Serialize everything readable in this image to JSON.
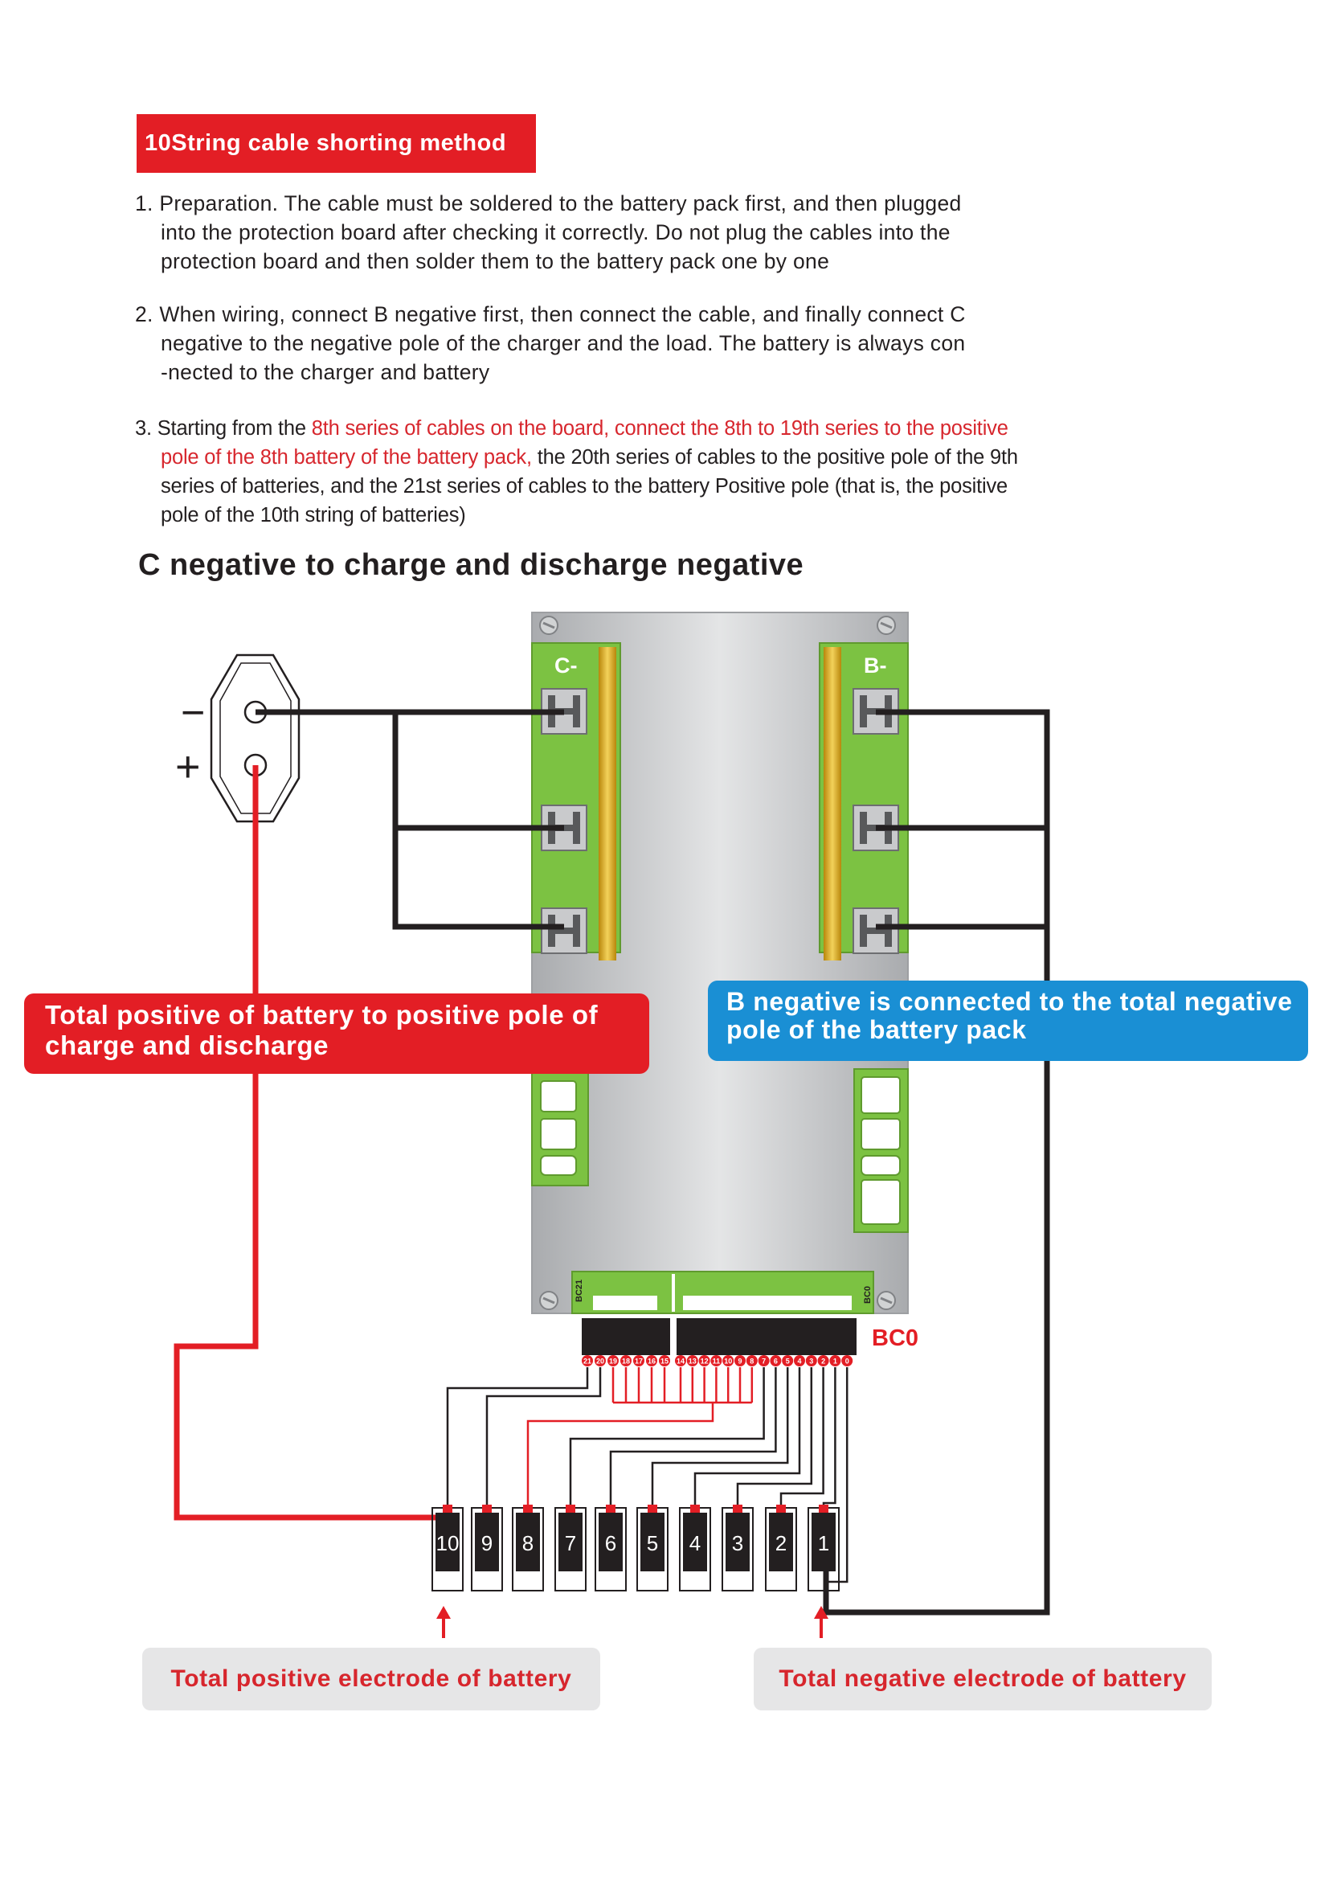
{
  "heading": {
    "title": "10String cable shorting method"
  },
  "steps": [
    {
      "line1": "1. Preparation. The cable must be soldered to the battery pack first, and then plugged",
      "line2": "into the protection board after checking it correctly. Do not plug the cables into the",
      "line3": "protection board and then solder them to the battery pack one by one"
    },
    {
      "line1": "2. When wiring, connect B negative first, then connect the cable, and finally connect C",
      "line2": "negative to the negative pole of the charger and the load. The battery is always con",
      "line3": "-nected to the charger and battery"
    },
    {
      "line1_a": "3. Starting from the ",
      "line1_red": "8th series of cables on the board, connect the 8th to 19th series to the positive",
      "line2_red": "pole of the 8th battery of the battery pack,",
      "line2_b": " the 20th series of cables to the positive pole of the 9th",
      "line3": "series of batteries, and the 21st series of cables to the battery Positive pole (that is, the positive",
      "line4": "pole of the 10th string of batteries)"
    }
  ],
  "section_title": "C negative to charge and discharge negative",
  "board": {
    "c_minus_label": "C-",
    "b_minus_label": "B-",
    "bc21_label": "BC21",
    "bc0_side_label": "BC0",
    "bc0_label": "BC0",
    "pin_numbers": [
      "21",
      "20",
      "19",
      "18",
      "17",
      "16",
      "15",
      "14",
      "13",
      "12",
      "11",
      "10",
      "9",
      "8",
      "7",
      "6",
      "5",
      "4",
      "3",
      "2",
      "1",
      "0"
    ]
  },
  "connector": {
    "minus_sign": "−",
    "plus_sign": "+"
  },
  "callouts": {
    "positive_line1": "Total positive of battery to positive pole of",
    "positive_line2": "charge and discharge",
    "negative_line1": "B negative is connected to the total negative",
    "negative_line2": "pole of the battery pack"
  },
  "cells": [
    "10",
    "9",
    "8",
    "7",
    "6",
    "5",
    "4",
    "3",
    "2",
    "1"
  ],
  "bottom_labels": {
    "positive": "Total positive electrode of battery",
    "negative": "Total negative electrode of battery"
  },
  "colors": {
    "accent_red": "#e31e25",
    "text_red": "#d7262d",
    "callout_blue": "#1a8fd4",
    "board_green": "#7cc242",
    "board_gold": "#d9a92c",
    "wire_black": "#231f20",
    "wire_red": "#e31e25"
  }
}
